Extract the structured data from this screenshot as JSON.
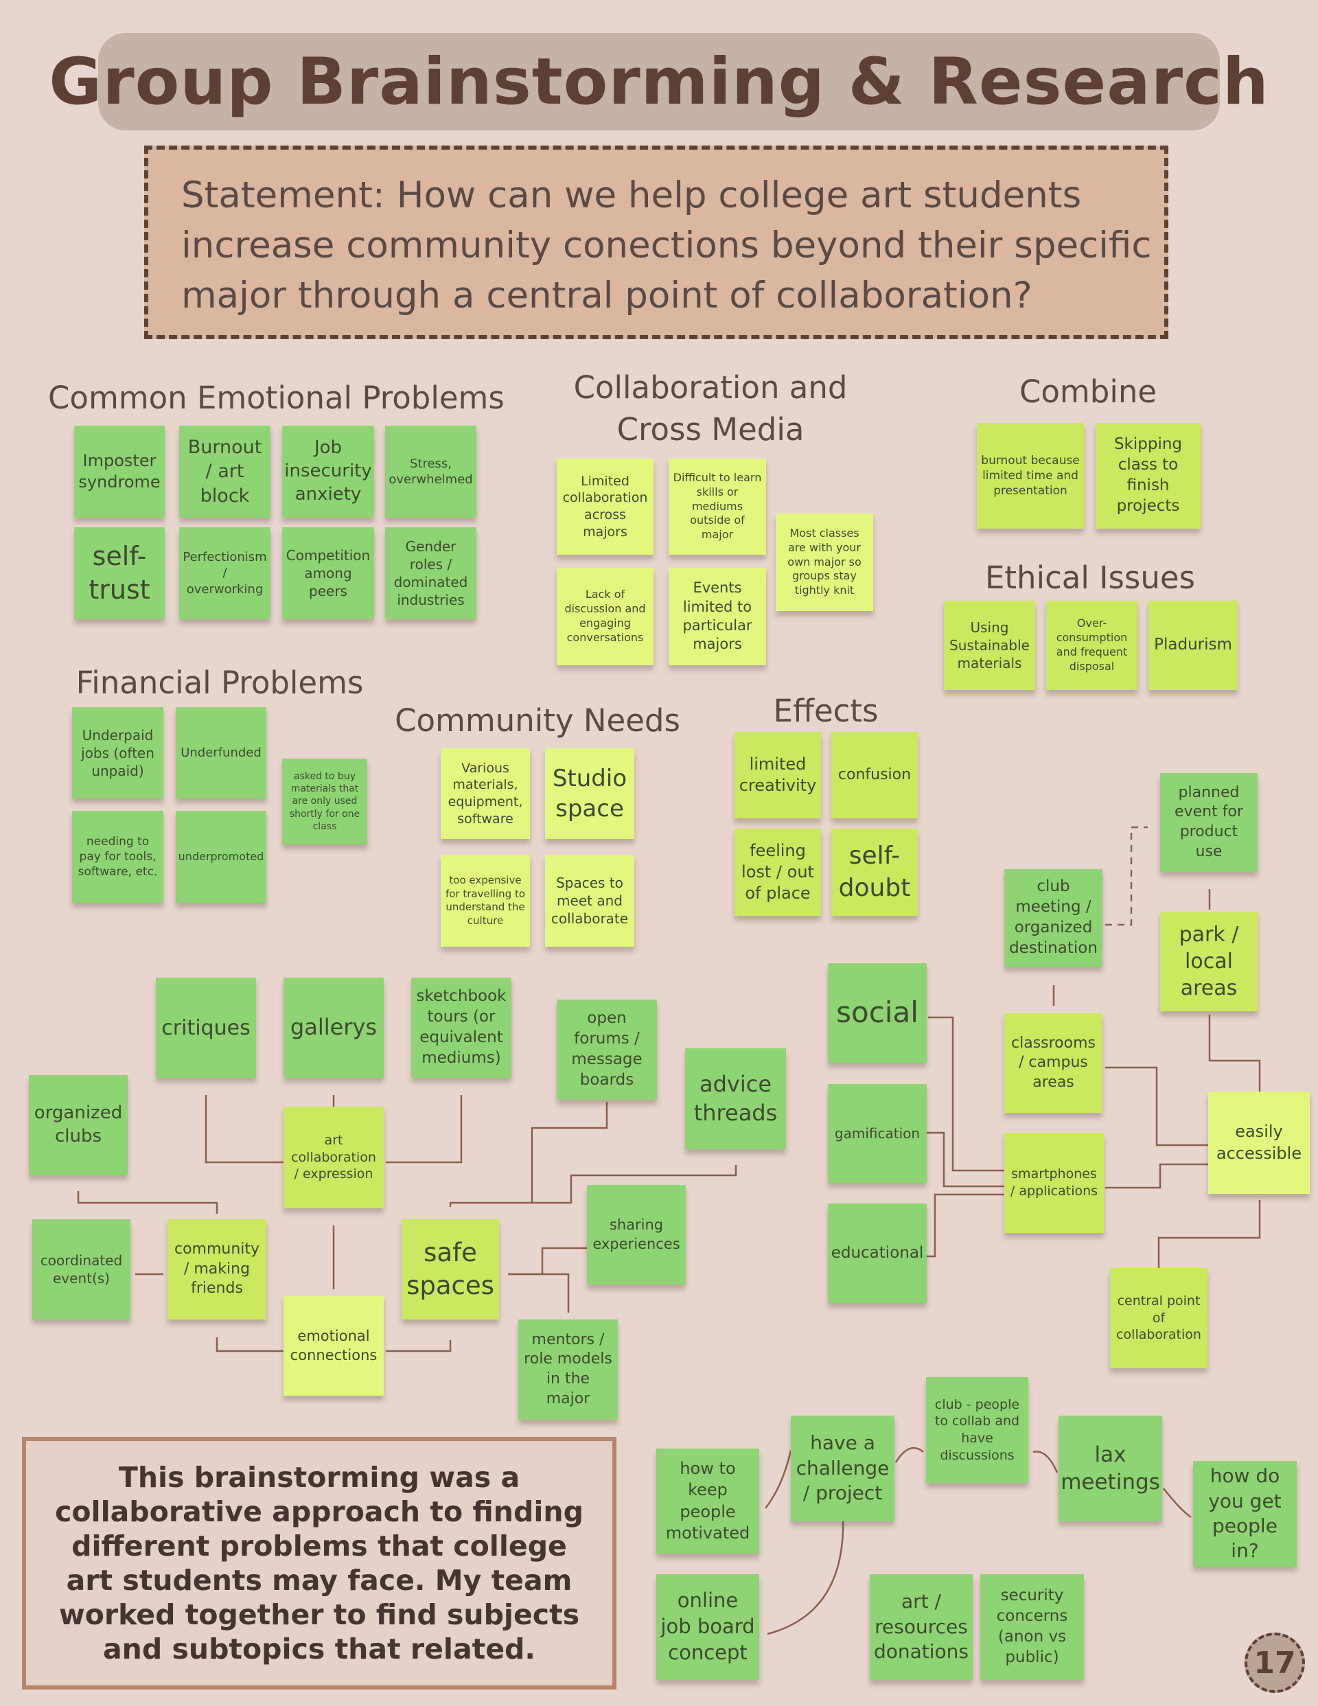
{
  "title": "Group Brainstorming & Research",
  "statement": {
    "lines": [
      "Statement: How can we help college art students",
      "increase community conections beyond their specific",
      "major through a central point of collaboration?"
    ]
  },
  "sections": {
    "emotional": "Common Emotional Problems",
    "collab_line1": "Collaboration and",
    "collab_line2": "Cross Media",
    "combine": "Combine",
    "ethical": "Ethical Issues",
    "financial": "Financial Problems",
    "community": "Community Needs",
    "effects": "Effects"
  },
  "notes": {
    "imposter": "Imposter syndrome",
    "burnout": "Burnout / art block",
    "job_insecurity": "Job insecurity anxiety",
    "stress": "Stress, overwhelmed",
    "self_trust": "self-trust",
    "perfectionism": "Perfectionism / overworking",
    "competition": "Competition among peers",
    "gender_roles": "Gender roles / dominated industries",
    "limited_collab": "Limited collaboration across majors",
    "difficult_learn": "Difficult to learn skills or mediums outside of major",
    "most_classes": "Most classes are with your own major so groups stay tightly knit",
    "lack_discussion": "Lack of discussion and engaging conversations",
    "events_limited": "Events limited to particular majors",
    "burnout_time": "burnout because limited time and presentation",
    "skipping_class": "Skipping class to finish projects",
    "sustainable": "Using Sustainable materials",
    "overconsumption": "Over-consumption and frequent disposal",
    "pladurism": "Pladurism",
    "underpaid": "Underpaid jobs (often unpaid)",
    "underfunded": "Underfunded",
    "asked_to_buy": "asked to buy materials that are only used shortly for one class",
    "needing_to_pay": "needing to pay for tools, software, etc.",
    "underpromoted": "underpromoted",
    "various_materials": "Various materials, equipment, software",
    "studio_space": "Studio space",
    "too_expensive": "too expensive for travelling to understand the culture",
    "spaces_to_meet": "Spaces to meet and collaborate",
    "limited_creativity": "limited creativity",
    "confusion": "confusion",
    "feeling_lost": "feeling lost / out of place",
    "self_doubt": "self-doubt",
    "planned_event": "planned event for product use",
    "club_meeting": "club meeting / organized destination",
    "park_local": "park / local areas",
    "critiques": "critiques",
    "gallerys": "gallerys",
    "sketchbook_tours": "sketchbook tours (or equivalent mediums)",
    "open_forums": "open forums / message boards",
    "advice_threads": "advice threads",
    "social": "social",
    "classrooms": "classrooms / campus areas",
    "organized_clubs": "organized clubs",
    "art_collab": "art collaboration / expression",
    "gamification": "gamification",
    "easily_accessible": "easily accessible",
    "smartphones": "smartphones / applications",
    "sharing_experiences": "sharing experiences",
    "coordinated_events": "coordinated event(s)",
    "community_friends": "community / making friends",
    "safe_spaces": "safe spaces",
    "educational": "educational",
    "emotional_connections": "emotional connections",
    "mentors": "mentors / role models in the major",
    "central_point": "central point of collaboration",
    "club_people": "club - people to collab and have discussions",
    "challenge_project": "have a challenge / project",
    "lax_meetings": "lax meetings",
    "how_to_keep": "how to keep people motivated",
    "how_do_you_get": "how do you get people in?",
    "online_job_board": "online job board concept",
    "art_resources": "art / resources donations",
    "security_concerns": "security concerns (anon vs public)"
  },
  "summary": {
    "lines": [
      "This brainstorming was a",
      "collaborative approach to finding",
      "different problems that college",
      "art students may face. My team",
      "worked together to find subjects",
      "and subtopics that related."
    ]
  },
  "page_number": "17",
  "colors": {
    "background": "#e8d6ce",
    "title_bar": "#c6b2a6",
    "title_text": "#5e3f33",
    "statement_fill": "#dbb7a0",
    "note_green": "#8fd474",
    "note_lime": "#cbe95f",
    "note_pale": "#e3f77f",
    "connector": "#8a5e4c"
  }
}
